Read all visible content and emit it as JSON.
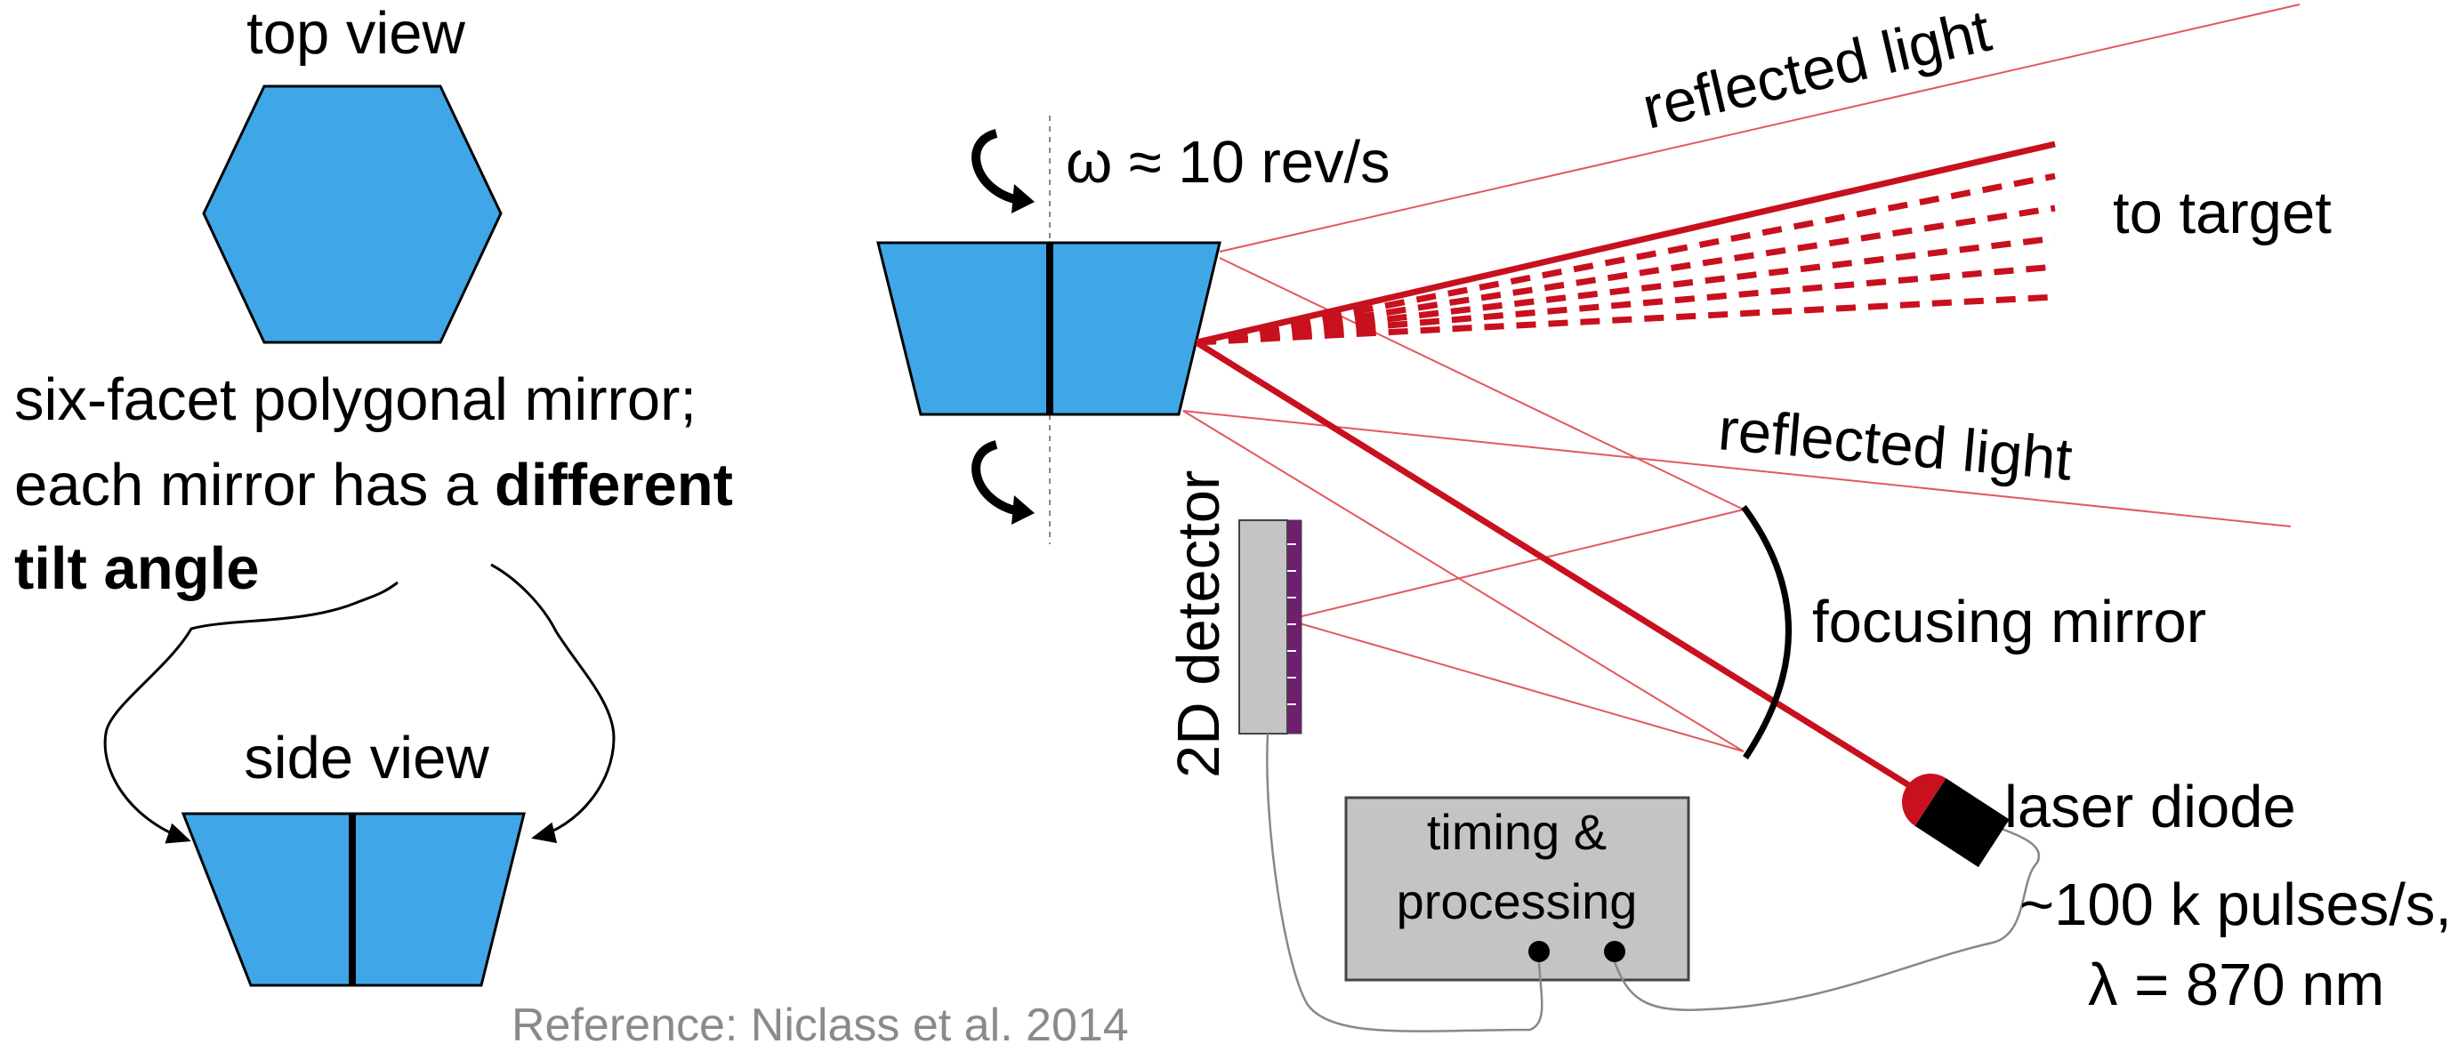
{
  "labels": {
    "top_view": "top view",
    "side_view": "side view",
    "description_line1": "six-facet polygonal mirror;",
    "description_line2_prefix": "each mirror has a ",
    "description_line2_bold": "different",
    "description_line3_bold": "tilt angle",
    "omega": "ω ≈ 10 rev/s",
    "reflected_light_top": "reflected light",
    "to_target": "to target",
    "reflected_light_mid": "reflected light",
    "detector": "2D detector",
    "focusing_mirror": "focusing mirror",
    "laser_diode": "laser diode",
    "pulses": "~100 k pulses/s,",
    "wavelength": "λ = 870 nm",
    "timing_line1": "timing &",
    "timing_line2": "processing",
    "reference": "Reference: Niclass et al. 2014"
  },
  "colors": {
    "mirror_fill": "#3fa7e8",
    "laser_red": "#c8101e",
    "thin_red": "#e2585d",
    "detector_gray": "#c4c4c4",
    "detector_purple": "#6e1f6e",
    "box_gray": "#c4c4c4",
    "reference_gray": "#8a8a8a",
    "wire_gray": "#888888"
  },
  "icons": {
    "rotation": "curved-rotation-arrow-icon",
    "laser": "laser-diode-icon"
  }
}
